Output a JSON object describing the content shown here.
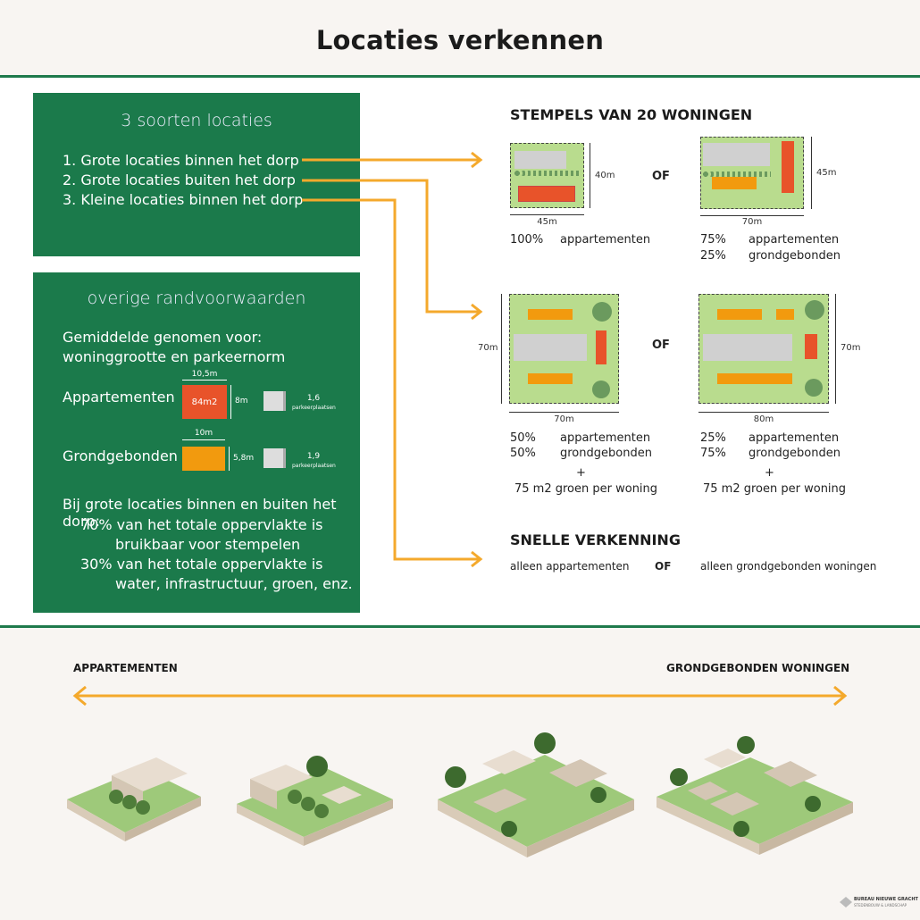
{
  "title": "Locaties verkennen",
  "box1": {
    "title": "3 soorten locaties",
    "items": [
      "1.  Grote locaties binnen het dorp",
      "2.  Grote locaties buiten het dorp",
      "3.  Kleine locaties binnen het dorp"
    ]
  },
  "box2": {
    "title": "overige randvoorwaarden",
    "intro1": "Gemiddelde genomen voor:",
    "intro2": "woninggrootte en parkeernorm",
    "apartments": {
      "label": "Appartementen",
      "width": "10,5m",
      "area": "84m2",
      "height": "8m",
      "parking": "1,6",
      "parking_label": "parkeerplaatsen"
    },
    "grond": {
      "label": "Grondgebonden",
      "width": "10m",
      "height": "5,8m",
      "parking": "1,9",
      "parking_label": "parkeerplaatsen"
    },
    "footer": [
      "Bij grote locaties binnen en buiten het dorp:",
      "70% van het totale oppervlakte is",
      "bruikbaar voor stempelen",
      "30% van het totale oppervlakte is",
      "water, infrastructuur, groen, enz."
    ]
  },
  "stamps": {
    "title": "STEMPELS VAN 20 WONINGEN",
    "or": "OF",
    "s1": {
      "w": "45m",
      "h": "40m",
      "p1": "100%",
      "t1": "appartementen"
    },
    "s2": {
      "w": "70m",
      "h": "45m",
      "p1": "75%",
      "t1": "appartementen",
      "p2": "25%",
      "t2": "grondgebonden"
    },
    "s3": {
      "w": "70m",
      "h": "70m",
      "p1": "50%",
      "t1": "appartementen",
      "p2": "50%",
      "t2": "grondgebonden",
      "plus": "+",
      "green": "75 m2 groen per woning"
    },
    "s4": {
      "w": "80m",
      "h": "70m",
      "p1": "25%",
      "t1": "appartementen",
      "p2": "75%",
      "t2": "grondgebonden",
      "plus": "+",
      "green": "75 m2 groen per woning"
    }
  },
  "quick": {
    "title": "SNELLE VERKENNING",
    "left": "alleen appartementen",
    "or": "OF",
    "right": "alleen grondgebonden woningen"
  },
  "bottom": {
    "left": "APPARTEMENTEN",
    "right": "GRONDGEBONDEN WONINGEN"
  },
  "logo": {
    "name": "BUREAU NIEUWE GRACHT",
    "sub": "STEDENBOUW & LANDSCHAP"
  },
  "colors": {
    "green": "#1b7a4b",
    "orange": "#f4a92c",
    "red": "#e8532a",
    "amber": "#f29a0e"
  }
}
